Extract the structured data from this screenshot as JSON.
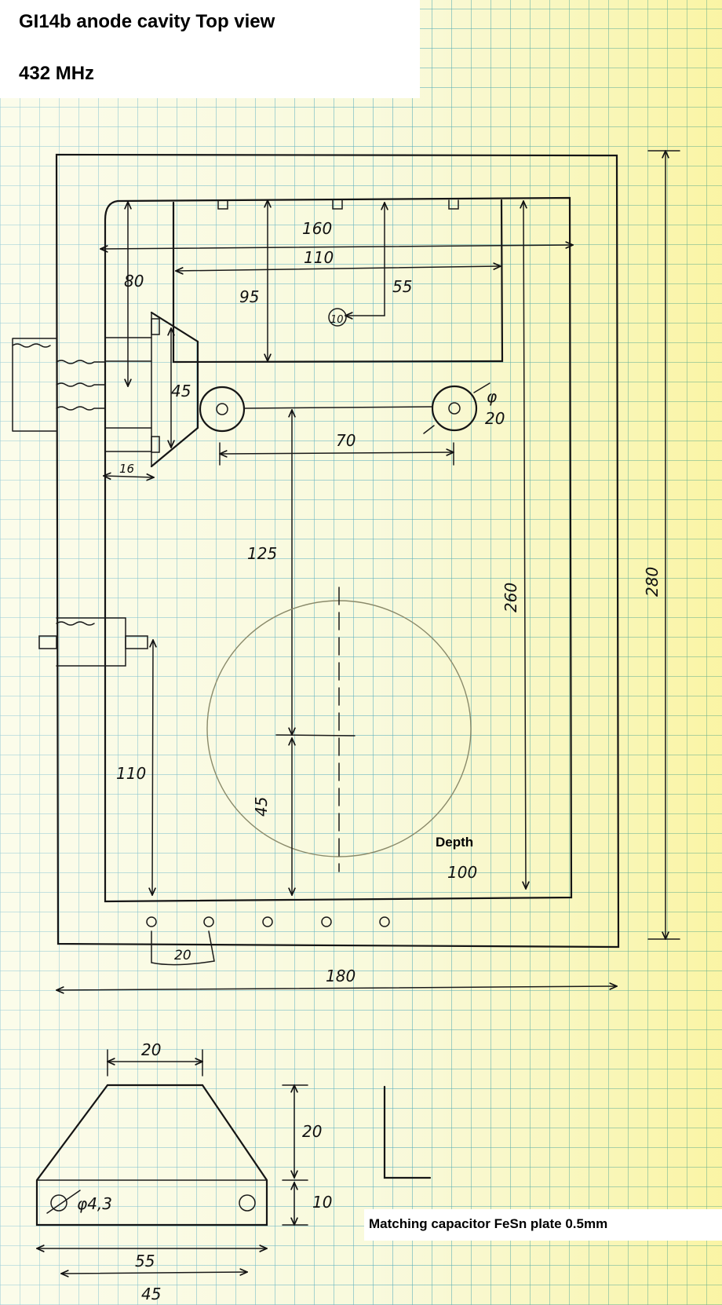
{
  "title": "GI14b  anode cavity     Top view",
  "frequency": "432 MHz",
  "depth_label": "Depth",
  "capacitor_caption": "Matching capacitor  FeSn plate 0.5mm",
  "dimensions": {
    "outer_width": "180",
    "outer_height": "280",
    "inner_height": "260",
    "inner_width": "160",
    "plate_width": "110",
    "plate_depth": "95",
    "center_offset": "55",
    "hole_marker": "10",
    "side_80": "80",
    "side_45": "45",
    "side_16": "16",
    "tube_spacing": "70",
    "tube_diameter_symbol": "φ",
    "tube_diameter": "20",
    "anode_distance": "125",
    "lower_offset": "45",
    "depth_value": "100",
    "coax_height": "110",
    "hole_pitch": "20"
  },
  "capacitor": {
    "top_width": "20",
    "height_upper": "20",
    "height_lower": "10",
    "hole_diameter": "φ4,3",
    "plate_width": "55",
    "hole_spacing": "45"
  }
}
